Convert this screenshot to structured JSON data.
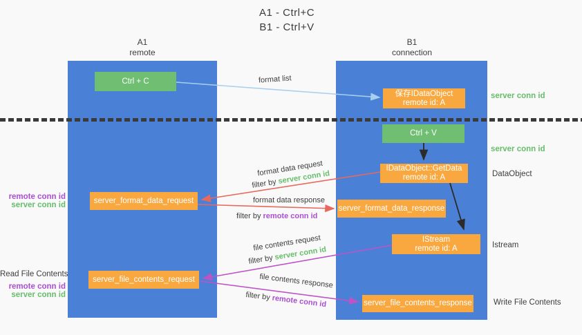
{
  "title": {
    "line1": "A1 - Ctrl+C",
    "line2": "B1 - Ctrl+V"
  },
  "lanes": {
    "left": {
      "name": "A1",
      "subtitle": "remote"
    },
    "right": {
      "name": "B1",
      "subtitle": "connection"
    }
  },
  "nodes": {
    "ctrl_c": {
      "label": "Ctrl + C"
    },
    "ctrl_v": {
      "label": "Ctrl + V"
    },
    "save_idataobject": {
      "line1": "保存IDataObject",
      "line2": "remote id: A"
    },
    "getdata": {
      "line1": "IDataObject::GetData",
      "line2": "remote id: A"
    },
    "istream": {
      "line1": "IStream",
      "line2": "remote id: A"
    },
    "server_format_data_request": {
      "label": "server_format_data_request"
    },
    "server_format_data_response": {
      "label": "server_format_data_response"
    },
    "server_file_contents_request": {
      "label": "server_file_contents_request"
    },
    "server_file_contents_response": {
      "label": "server_file_contents_response"
    }
  },
  "arrow_labels": {
    "format_list": "format list",
    "format_data_request": "format data request",
    "format_data_response": "format data response",
    "file_contents_request": "file contents request",
    "file_contents_response": "file contents response",
    "filter_by": "filter by ",
    "server_conn_id": "server conn id",
    "remote_conn_id": "remote conn id"
  },
  "side_labels": {
    "server_conn_id_top": "server conn id",
    "server_conn_id_mid": "server conn id",
    "dataobject": "DataObject",
    "istream": "Istream",
    "write_file_contents": "Write File Contents",
    "read_file_contents": "Read File Contents",
    "remote_conn_id_format": "remote conn id",
    "server_conn_id_format": "server conn id",
    "remote_conn_id_file": "remote conn id",
    "server_conn_id_file": "server conn id"
  },
  "colors": {
    "lane_blue": "#4a80d6",
    "node_green": "#6fbe72",
    "node_orange": "#f9a840",
    "arrow_red": "#e7695d",
    "arrow_magenta": "#bc54c6",
    "arrow_lightblue": "#a8cfee",
    "arrow_black": "#2b2b2b",
    "text_green": "#67bd6b",
    "text_purple": "#ab4fd0",
    "text_dark": "#3d3d3d",
    "background": "#f9f9fa"
  }
}
